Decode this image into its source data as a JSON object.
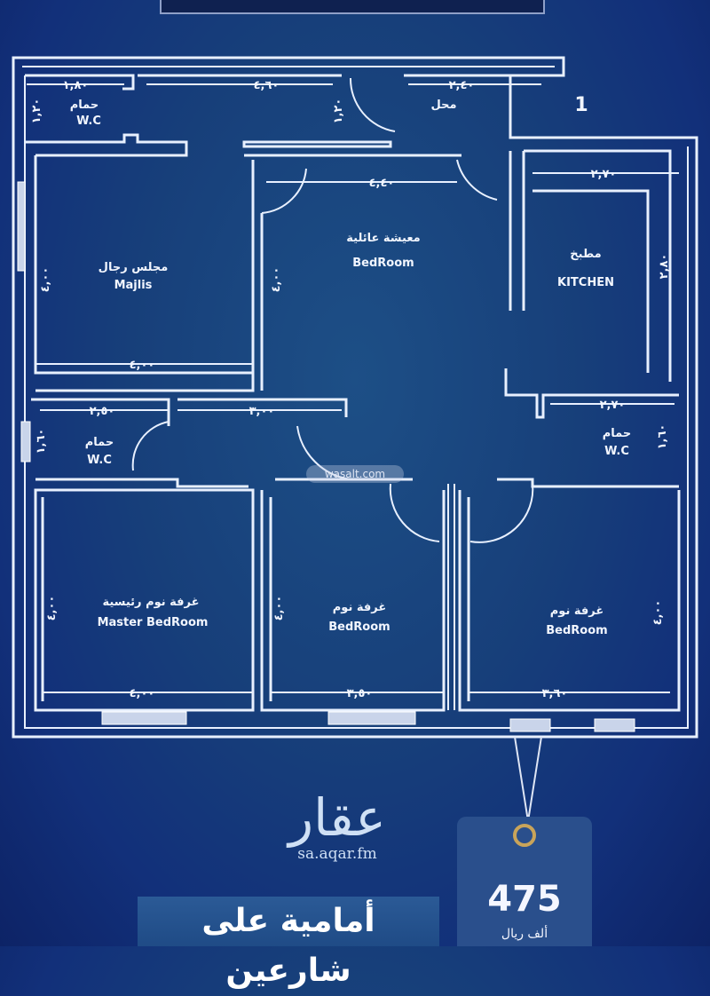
{
  "plan": {
    "unit_number": "1",
    "rooms": {
      "wc_top": {
        "ar": "حمام",
        "en": "W.C"
      },
      "shop": {
        "ar": "محل"
      },
      "majlis": {
        "ar": "مجلس رجال",
        "en": "Majlis"
      },
      "living": {
        "ar": "معيشة عائلية",
        "en": "BedRoom"
      },
      "kitchen": {
        "ar": "مطبخ",
        "en": "KITCHEN"
      },
      "wc_left": {
        "ar": "حمام",
        "en": "W.C"
      },
      "wc_right": {
        "ar": "حمام",
        "en": "W.C"
      },
      "master": {
        "ar": "غرفة نوم رئيسية",
        "en": "Master BedRoom"
      },
      "bed2": {
        "ar": "غرفة نوم",
        "en": "BedRoom"
      },
      "bed3": {
        "ar": "غرفة نوم",
        "en": "BedRoom"
      }
    },
    "dimensions": {
      "wc_top_w": "١,٨٠",
      "wc_top_h": "١,٢٠",
      "top_mid": "٤,٦٠",
      "shop_w": "٢,٤٠",
      "corridor_h": "١,٢٠",
      "living_w": "٤,٤٠",
      "kitchen_w": "٢,٧٠",
      "kitchen_h": "٢,٨٠",
      "majlis_h": "٤,٠٠",
      "majlis_w": "٤,٠٠",
      "living_h": "٤,٠٠",
      "wc_left_w": "٢,٥٠",
      "wc_left_h": "١,٦٠",
      "hall_w": "٣,٠٠",
      "wc_right_w": "٢,٧٠",
      "wc_right_h": "١,٦٠",
      "master_h": "٤,٠٠",
      "bed2_h": "٤,٠٠",
      "bed3_h": "٤,٠٠",
      "master_w": "٤,٠٠",
      "bed2_w": "٣,٥٠",
      "bed3_w": "٣,٦٠"
    }
  },
  "watermark": "wasalt.com",
  "logo": {
    "ar": "عقار",
    "url": "sa.aqar.fm"
  },
  "banner": "أمامية على شارعين",
  "price": {
    "value": "475",
    "unit": "ألف ريال"
  }
}
